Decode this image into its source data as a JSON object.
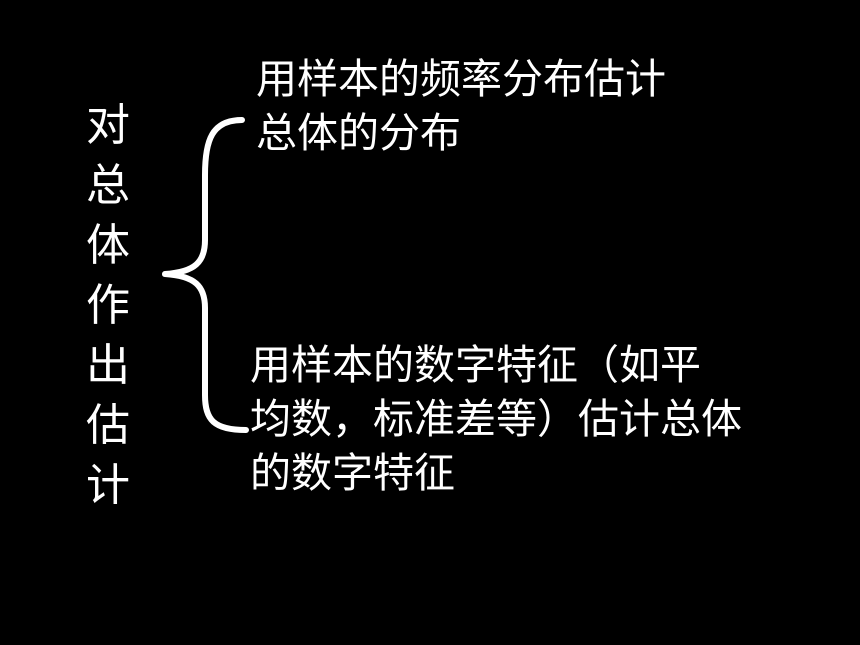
{
  "title_chars": [
    "对",
    "总",
    "体",
    "作",
    "出",
    "估",
    "计"
  ],
  "branches": [
    {
      "lines": [
        "用样本的频率分布估计",
        "总体的分布"
      ]
    },
    {
      "lines": [
        "用样本的数字特征（如平",
        "均数，标准差等）估计总体",
        "的数字特征"
      ]
    }
  ],
  "colors": {
    "background": "#000000",
    "text": "#ffffff"
  }
}
